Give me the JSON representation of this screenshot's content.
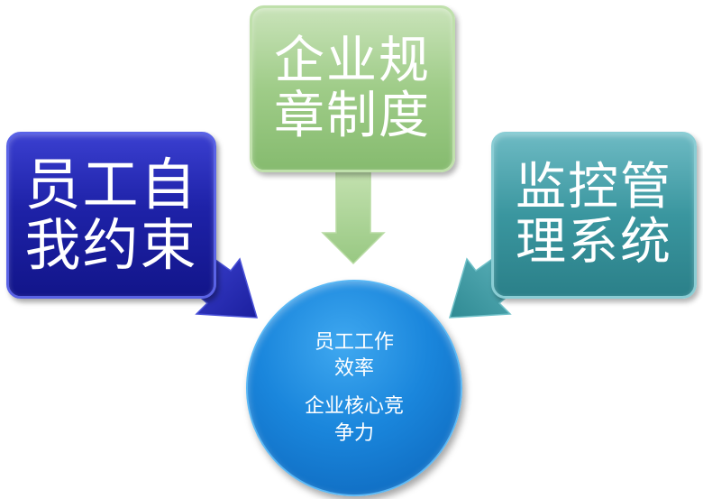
{
  "nodes": {
    "left": {
      "lines": [
        "员工自",
        "我约束"
      ]
    },
    "top": {
      "lines": [
        "企业规",
        "章制度"
      ]
    },
    "right": {
      "lines": [
        "监控管",
        "理系统"
      ]
    },
    "center": {
      "group1": [
        "员工工作",
        "效率"
      ],
      "group2": [
        "企业核心竞",
        "争力"
      ]
    }
  },
  "colors": {
    "left_box": "#1e22a8",
    "top_box": "#9fcc88",
    "right_box": "#3a969f",
    "center_circle": "#1a86dc",
    "arrow_left": "#2a2fb8",
    "arrow_top": "#a9d493",
    "arrow_right": "#3d9ba4"
  }
}
